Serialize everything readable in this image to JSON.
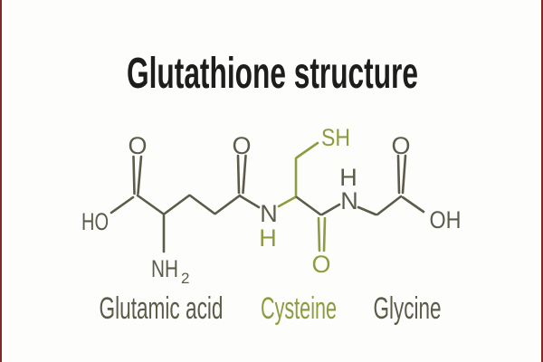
{
  "page": {
    "background_color": "#fdfdfb",
    "edge_accent_color": "#842823"
  },
  "title": {
    "text": "Glutathione structure",
    "color": "#1d1d1d"
  },
  "molecule": {
    "name": "Glutathione",
    "bond_color_default": "#5c5b4a",
    "bond_color_highlight": "#8e9b3f",
    "atoms": {
      "ho": "HO",
      "carboxyl_o_left": "O",
      "amine_n": "NH",
      "amine_sub": "2",
      "amide_o_left": "O",
      "peptide_n1": "N",
      "peptide_h1": "H",
      "thiol": "SH",
      "cys_carbonyl_o": "O",
      "peptide_h2": "H",
      "peptide_n2": "N",
      "carboxyl_o_right": "O",
      "oh": "OH"
    }
  },
  "residue_labels": {
    "glutamic_acid": {
      "text": "Glutamic acid",
      "color": "#5c5b4a"
    },
    "cysteine": {
      "text": "Cysteine",
      "color": "#8e9b3f"
    },
    "glycine": {
      "text": "Glycine",
      "color": "#5c5b4a"
    }
  }
}
